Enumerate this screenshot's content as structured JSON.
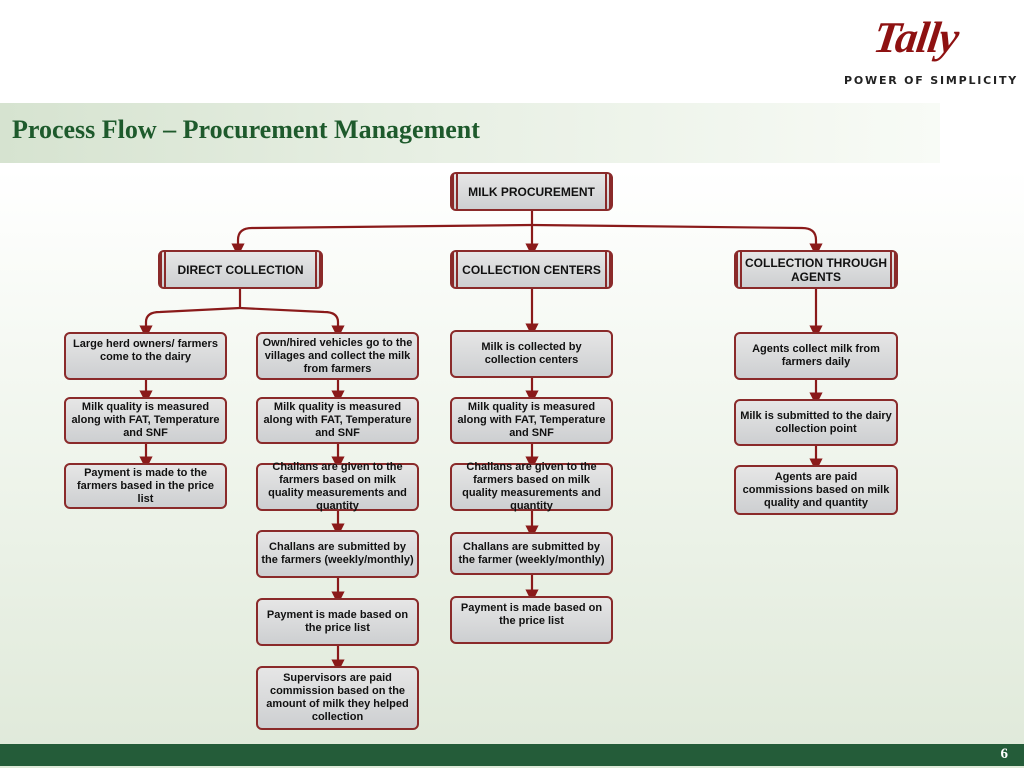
{
  "header": {
    "title": "Process Flow – Procurement Management",
    "logo_word": "Tally",
    "logo_tagline": "POWER OF SIMPLICITY"
  },
  "footer": {
    "page_number": "6"
  },
  "diagram": {
    "root": "MILK PROCUREMENT",
    "direct": {
      "label": "DIRECT COLLECTION",
      "branch_a": [
        "Large herd owners/ farmers come to the dairy",
        "Milk quality is measured along with FAT, Temperature and SNF",
        "Payment is made to the farmers based in the price list"
      ],
      "branch_b": [
        "Own/hired vehicles go to the villages and collect the milk from farmers",
        "Milk quality is measured along with FAT, Temperature and SNF",
        "Challans are given to the farmers based on milk quality measurements and quantity",
        "Challans are submitted by the farmers (weekly/monthly)",
        "Payment is made based on the price list",
        "Supervisors are paid commission based on the amount of milk they helped collection"
      ]
    },
    "centers": {
      "label": "COLLECTION CENTERS",
      "steps": [
        "Milk is collected by collection centers",
        "Milk quality is measured along with FAT, Temperature and SNF",
        "Challans are given to the farmers based on milk quality measurements and quantity",
        "Challans are submitted by the farmer (weekly/monthly)",
        "Payment is made based on the price list"
      ]
    },
    "agents": {
      "label": "COLLECTION THROUGH AGENTS",
      "steps": [
        "Agents collect milk from farmers daily",
        "Milk is submitted to the dairy collection point",
        "Agents are paid commissions based on milk quality and quantity"
      ]
    }
  }
}
